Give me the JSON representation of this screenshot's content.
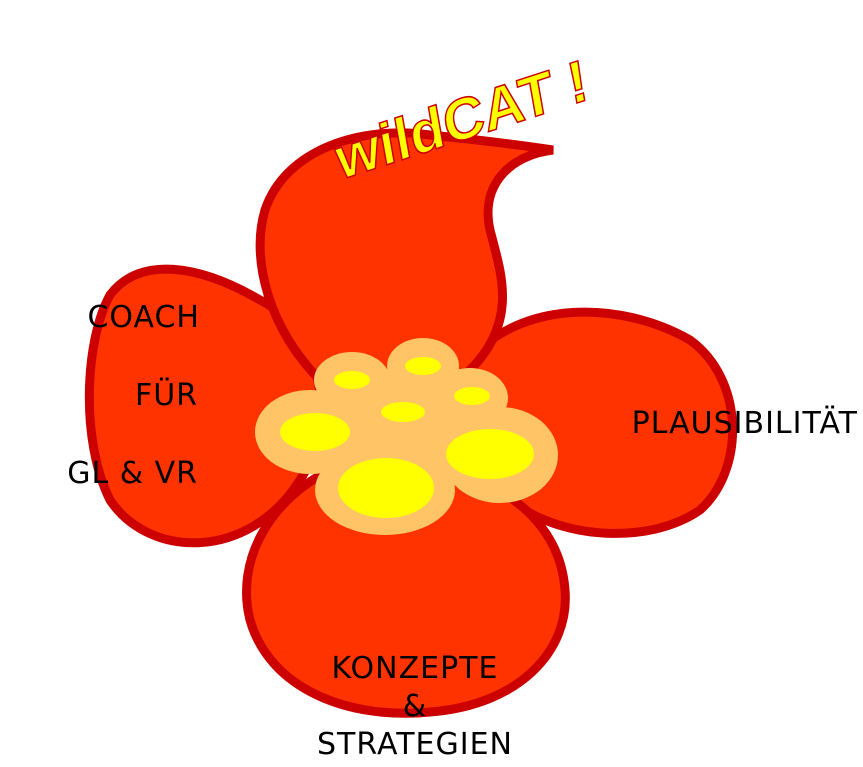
{
  "logo": {
    "text": "wildCAT !"
  },
  "petals": {
    "left": [
      "COACH",
      "FÜR",
      "GL & VR"
    ],
    "right": "PLAUSIBILITÄT",
    "bottom": [
      "KONZEPTE",
      "&",
      "STRATEGIEN"
    ]
  },
  "colors": {
    "petal": "#FF3300",
    "outline": "#CC0000",
    "center": "#FFC466",
    "dots": "#FFFF00"
  }
}
